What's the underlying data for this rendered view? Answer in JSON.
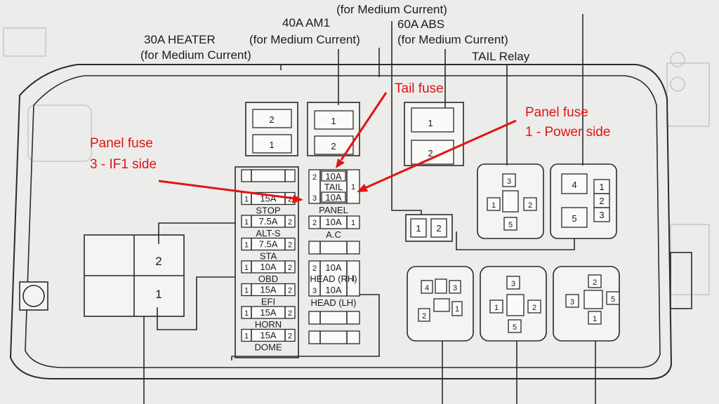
{
  "labels": {
    "heater_name": "30A HEATER",
    "heater_sub": "(for Medium Current)",
    "am1_name": "40A AM1",
    "am1_sub": "(for Medium Current)",
    "top_sub": "(for Medium Current)",
    "abs_name": "60A ABS",
    "abs_sub": "(for Medium Current)",
    "tail_relay": "TAIL Relay",
    "panel_fuse_left_1": "Panel fuse",
    "panel_fuse_left_2": "3 - IF1 side",
    "tail_fuse": "Tail fuse",
    "panel_fuse_right_1": "Panel fuse",
    "panel_fuse_right_2": "1 - Power side"
  },
  "fuses_left": [
    {
      "pin_l": "",
      "amp": "",
      "pin_r": "",
      "name": ""
    },
    {
      "pin_l": "1",
      "amp": "15A",
      "pin_r": "2",
      "name": "STOP"
    },
    {
      "pin_l": "1",
      "amp": "7.5A",
      "pin_r": "2",
      "name": "ALT-S"
    },
    {
      "pin_l": "1",
      "amp": "7.5A",
      "pin_r": "2",
      "name": "STA"
    },
    {
      "pin_l": "1",
      "amp": "10A",
      "pin_r": "2",
      "name": "OBD"
    },
    {
      "pin_l": "1",
      "amp": "15A",
      "pin_r": "2",
      "name": "EFI"
    },
    {
      "pin_l": "1",
      "amp": "15A",
      "pin_r": "2",
      "name": "HORN"
    },
    {
      "pin_l": "1",
      "amp": "15A",
      "pin_r": "2",
      "name": "DOME"
    }
  ],
  "fuses_mid": {
    "tail": {
      "pin": "2",
      "amp": "10A",
      "name": "TAIL"
    },
    "panel": {
      "pin": "3",
      "amp": "10A",
      "name": "PANEL"
    },
    "shared_pin": "1",
    "ac": {
      "pin_l": "2",
      "amp": "10A",
      "pin_r": "1",
      "name": "A.C"
    },
    "head_rh": {
      "pin": "2",
      "amp": "10A",
      "name": "HEAD (RH)"
    },
    "head_lh": {
      "pin": "3",
      "amp": "10A",
      "name": "HEAD (LH)"
    },
    "head_shared_pin": "1"
  },
  "blocks": {
    "heater_pins": [
      "2",
      "1"
    ],
    "am1_pins": [
      "1",
      "2"
    ],
    "abs_pins": [
      "1",
      "2"
    ],
    "big_relay_pins": [
      "2",
      "1"
    ],
    "small_conn_pins": [
      "1",
      "2"
    ],
    "relay_tail_pins": [
      "3",
      "1",
      "2",
      "5"
    ],
    "relay_right_pins": [
      "4",
      "1",
      "2",
      "3",
      "5"
    ],
    "relay_b1_pins": [
      "4",
      "3",
      "1",
      "2"
    ],
    "relay_b2_pins": [
      "3",
      "1",
      "2",
      "5"
    ],
    "relay_b3_pins": [
      "2",
      "3",
      "5",
      "1"
    ]
  }
}
